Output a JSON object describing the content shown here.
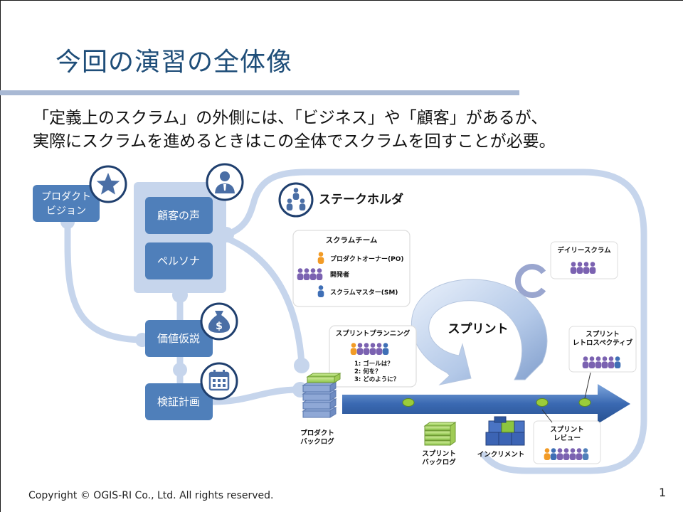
{
  "slide": {
    "title": "今回の演習の全体像",
    "lead_line1": "「定義上のスクラム」の外側には、「ビジネス」や「顧客」があるが、",
    "lead_line2": "実際にスクラムを進めるときはこの全体でスクラムを回すことが必要。",
    "copyright": "Copyright © OGIS-RI Co., Ltd. All rights reserved.",
    "page_number": "1"
  },
  "business": {
    "product_vision_line1": "プロダクト",
    "product_vision_line2": "ビジョン",
    "customer_voice": "顧客の声",
    "persona": "ペルソナ",
    "value_hypothesis": "価値仮説",
    "validation_plan": "検証計画"
  },
  "scrum": {
    "stakeholder": "ステークホルダ",
    "team_title": "スクラムチーム",
    "product_owner": "プロダクトオーナー(PO)",
    "developers": "開発者",
    "scrum_master": "スクラムマスター(SM)",
    "daily_scrum": "デイリースクラム",
    "sprint": "スプリント",
    "planning_title": "スプリントプランニング",
    "planning_q1": "1: ゴールは？",
    "planning_q2": "2: 何を？",
    "planning_q3": "3: どのように？",
    "retro_line1": "スプリント",
    "retro_line2": "レトロスペクティブ",
    "review_line1": "スプリント",
    "review_line2": "レビュー",
    "product_backlog_line1": "プロダクト",
    "product_backlog_line2": "バックログ",
    "sprint_backlog_line1": "スプリント",
    "sprint_backlog_line2": "バックログ",
    "increment": "インクリメント"
  },
  "colors": {
    "title": "#1f4e79",
    "box_fill": "#4f7fba",
    "panel_fill": "#c6d5ec",
    "connector": "#c6d5ec",
    "icon_ring": "#1f3f6e",
    "sprint_arrow": "#3d6db5"
  },
  "icons": [
    "star-icon",
    "businessman-icon",
    "money-bag-icon",
    "calendar-icon",
    "stakeholder-group-icon",
    "person-icon"
  ]
}
